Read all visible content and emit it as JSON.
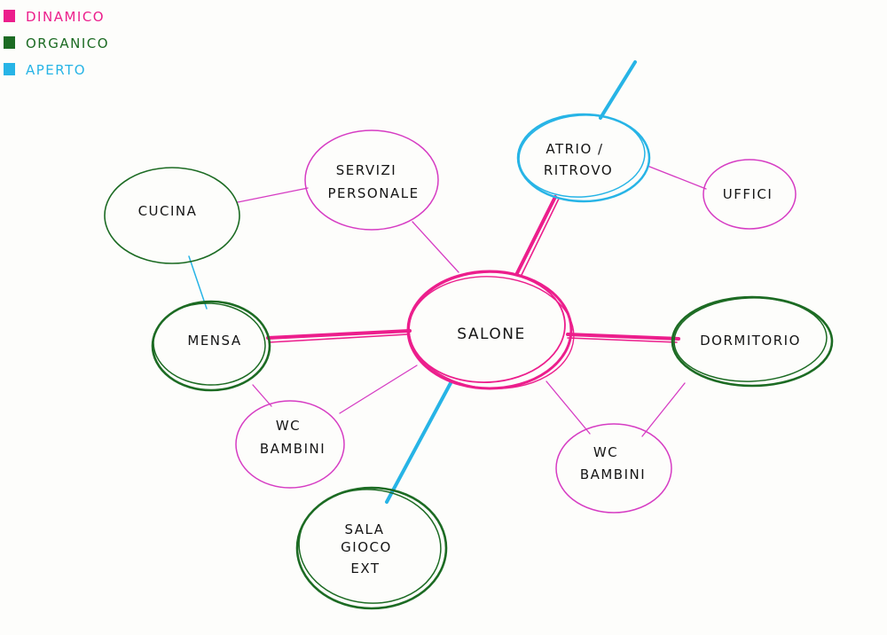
{
  "colors": {
    "dinamico": "#ec1e8c",
    "organico": "#1c6b23",
    "aperto": "#27b4e6",
    "thin_link": "#d63cc3",
    "text": "#151515"
  },
  "legend": [
    {
      "key": "dinamico",
      "label": "DINAMICO"
    },
    {
      "key": "organico",
      "label": "ORGANICO"
    },
    {
      "key": "aperto",
      "label": "APERTO"
    }
  ],
  "nodes": {
    "salone": {
      "lines": [
        "SALONE"
      ],
      "type": "dinamico",
      "weight": "bold"
    },
    "servizi": {
      "lines": [
        "SERVIZI",
        "PERSONALE"
      ],
      "type": "dinamico",
      "weight": "thin"
    },
    "atrio": {
      "lines": [
        "ATRIO /",
        "RITROVO"
      ],
      "type": "aperto",
      "weight": "bold"
    },
    "uffici": {
      "lines": [
        "UFFICI"
      ],
      "type": "dinamico",
      "weight": "thin"
    },
    "cucina": {
      "lines": [
        "CUCINA"
      ],
      "type": "organico",
      "weight": "thin"
    },
    "mensa": {
      "lines": [
        "MENSA"
      ],
      "type": "organico",
      "weight": "bold"
    },
    "wc_left": {
      "lines": [
        "WC",
        "BAMBINI"
      ],
      "type": "dinamico",
      "weight": "thin"
    },
    "dormitorio": {
      "lines": [
        "DORMITORIO"
      ],
      "type": "organico",
      "weight": "bold"
    },
    "wc_right": {
      "lines": [
        "WC",
        "BAMBINI"
      ],
      "type": "dinamico",
      "weight": "thin"
    },
    "sala_gioco": {
      "lines": [
        "SALA",
        "GIOCO",
        "EXT"
      ],
      "type": "organico",
      "weight": "bold"
    }
  },
  "edges": [
    {
      "from": "salone",
      "to": "mensa",
      "type": "dinamico",
      "weight": "bold"
    },
    {
      "from": "salone",
      "to": "dormitorio",
      "type": "dinamico",
      "weight": "bold"
    },
    {
      "from": "salone",
      "to": "atrio",
      "type": "dinamico",
      "weight": "bold"
    },
    {
      "from": "salone",
      "to": "sala_gioco",
      "type": "aperto",
      "weight": "bold"
    },
    {
      "from": "salone",
      "to": "servizi",
      "type": "dinamico",
      "weight": "thin"
    },
    {
      "from": "salone",
      "to": "wc_left",
      "type": "dinamico",
      "weight": "thin"
    },
    {
      "from": "salone",
      "to": "wc_right",
      "type": "dinamico",
      "weight": "thin"
    },
    {
      "from": "servizi",
      "to": "cucina",
      "type": "dinamico",
      "weight": "thin"
    },
    {
      "from": "cucina",
      "to": "mensa",
      "type": "aperto",
      "weight": "thin"
    },
    {
      "from": "mensa",
      "to": "wc_left",
      "type": "dinamico",
      "weight": "thin"
    },
    {
      "from": "atrio",
      "to": "uffici",
      "type": "dinamico",
      "weight": "thin"
    },
    {
      "from": "dormitorio",
      "to": "wc_right",
      "type": "dinamico",
      "weight": "thin"
    },
    {
      "from": "atrio",
      "to": "external",
      "type": "aperto",
      "weight": "bold"
    }
  ]
}
